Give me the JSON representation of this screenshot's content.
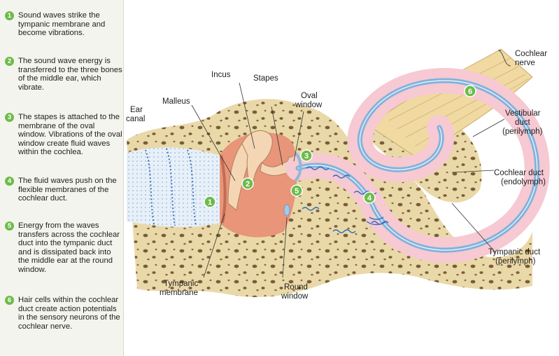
{
  "steps": [
    {
      "number": "1",
      "text": "Sound waves strike the tympanic membrane and become vibrations."
    },
    {
      "number": "2",
      "text": "The sound wave energy is transferred to the three bones of the middle ear, which vibrate."
    },
    {
      "number": "3",
      "text": "The stapes is attached to the membrane of the oval window. Vibrations of the oval window create fluid waves within the cochlea."
    },
    {
      "number": "4",
      "text": "The fluid waves push on the flexible membranes of the cochlear duct."
    },
    {
      "number": "5",
      "text": "Energy from the waves transfers across the cochlear duct into the tympanic duct and is dissipated back into the middle ear at the round window."
    },
    {
      "number": "6",
      "text": "Hair cells within the cochlear duct create action potentials in the sensory neurons of the cochlear nerve."
    }
  ],
  "labels": {
    "cochlear_nerve": [
      "Cochlear",
      "nerve"
    ],
    "incus": [
      "Incus"
    ],
    "stapes": [
      "Stapes"
    ],
    "oval_window": [
      "Oval",
      "window"
    ],
    "malleus": [
      "Malleus"
    ],
    "ear_canal": [
      "Ear",
      "canal"
    ],
    "vestibular_duct": [
      "Vestibular",
      "duct",
      "(perilymph)"
    ],
    "cochlear_duct": [
      "Cochlear duct",
      "(endolymph)"
    ],
    "tympanic_duct": [
      "Tympanic duct",
      "(perilymph)"
    ],
    "tympanic_membrane": [
      "Tympanic",
      "membrane"
    ],
    "round_window": [
      "Round",
      "window"
    ]
  },
  "markers": [
    "1",
    "2",
    "3",
    "4",
    "5",
    "6"
  ],
  "colors": {
    "bone": "#ead9a8",
    "bone_pore": "#7a5c3a",
    "ear_canal": "#e7f0f8",
    "middle_ear": "#e8957a",
    "ossicles": "#f4d6b5",
    "nerve": "#f1d9a2",
    "vestibular_duct": "#f6c9d3",
    "cochlear_duct": "#7fb2dc",
    "wave": "#2f6fbf",
    "marker": "#6dbb4a"
  }
}
